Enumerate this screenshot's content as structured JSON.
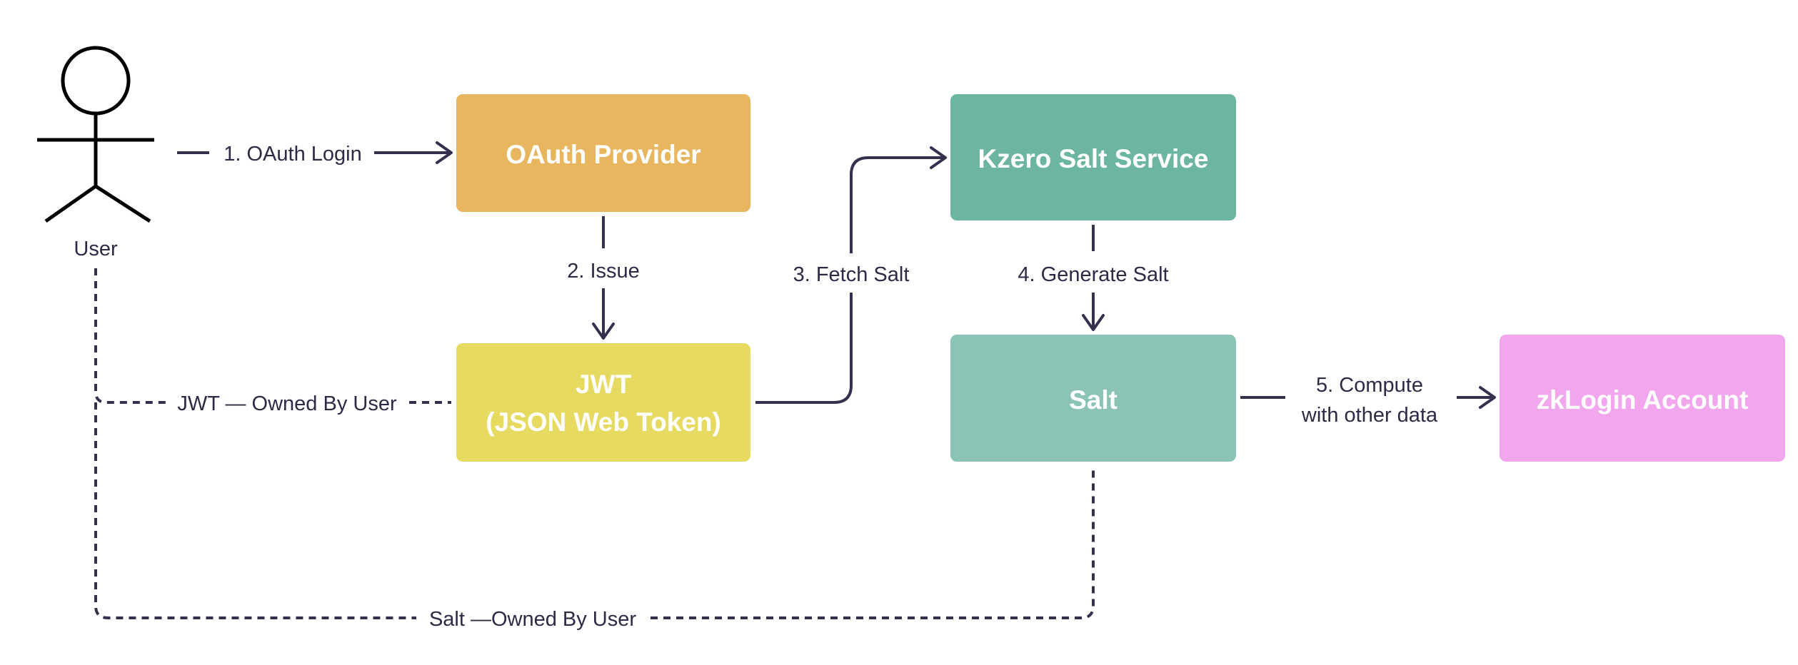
{
  "actor": {
    "label": "User"
  },
  "nodes": {
    "oauth_provider": {
      "label": "OAuth Provider",
      "color": "#e8b65f"
    },
    "jwt": {
      "line1": "JWT",
      "line2": "(JSON Web Token)",
      "color": "#e6da61"
    },
    "kzero_salt_service": {
      "label": "Kzero Salt Service",
      "color": "#6bb5a1"
    },
    "salt": {
      "label": "Salt",
      "color": "#8bc4b6"
    },
    "zklogin_account": {
      "label": "zkLogin Account",
      "color": "#f2a6ee"
    }
  },
  "edges": {
    "oauth_login": "1. OAuth Login",
    "issue": "2. Issue",
    "fetch_salt": "3. Fetch Salt",
    "generate_salt": "4. Generate Salt",
    "compute_line1": "5. Compute",
    "compute_line2": "with other data",
    "jwt_owned": "JWT — Owned By User",
    "salt_owned": "Salt —Owned By User"
  }
}
